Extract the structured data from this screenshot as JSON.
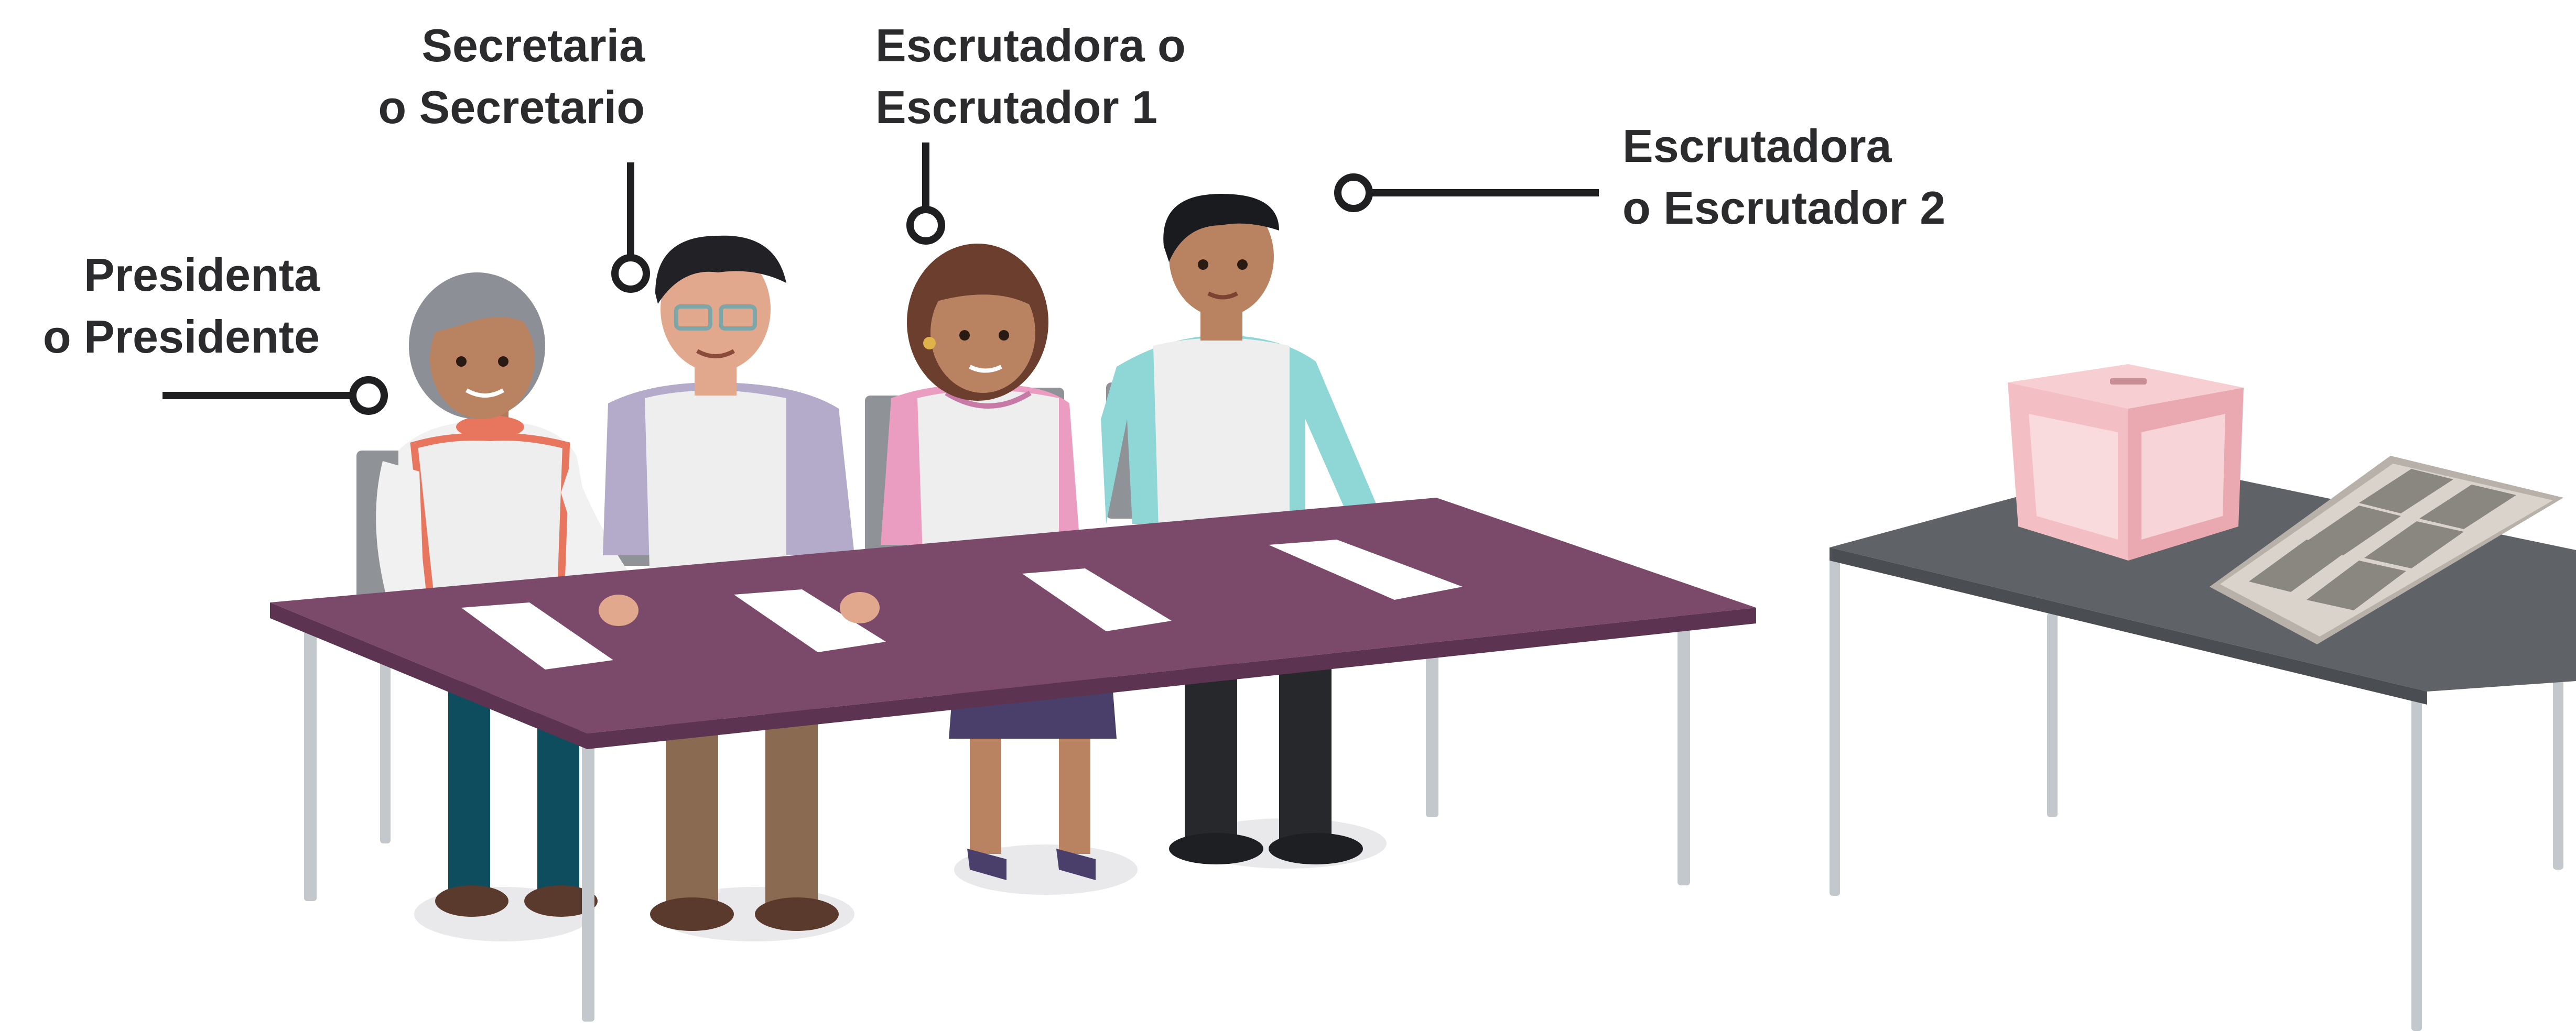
{
  "labels": {
    "presidenta": {
      "line1": "Presidenta",
      "line2": "o Presidente"
    },
    "secretaria": {
      "line1": "Secretaria",
      "line2": "o Secretario"
    },
    "escrutadora1": {
      "line1": "Escrutadora o",
      "line2": "Escrutador 1"
    },
    "escrutadora2": {
      "line1": "Escrutadora",
      "line2": "o Escrutador 2"
    }
  },
  "colors": {
    "text": "#2b2b2e",
    "table_top": "#7b4a6b",
    "table_edge": "#5c3350",
    "side_table": "#5f6266",
    "ballot_box": "#f3bfc4",
    "vest": "#eeeeee",
    "leader_line": "#1f1f22"
  }
}
